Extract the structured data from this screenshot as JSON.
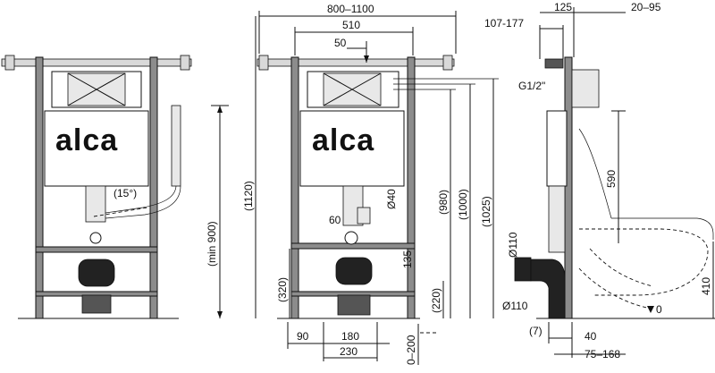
{
  "front_view": {
    "brand": "alca",
    "angle_label": "(15°)",
    "height_label": "(min 900)"
  },
  "middle_view": {
    "brand": "alca",
    "width_range": "800–1100",
    "frame_width": "510",
    "offset_50": "50",
    "diameter_40": "Ø40",
    "offset_60": "60",
    "h_1120": "(1120)",
    "h_980": "(980)",
    "h_1000": "(1000)",
    "h_1025": "(1025)",
    "h_320": "(320)",
    "h_220": "(220)",
    "h_135": "135",
    "w_90": "90",
    "w_180": "180",
    "w_230": "230",
    "range_0_200": "0–200"
  },
  "side_view": {
    "top_125": "125",
    "top_20_95": "20–95",
    "top_107_177": "107-177",
    "thread": "G1/2\"",
    "h_590": "590",
    "d_110_top": "Ø110",
    "d_110_bottom": "Ø110",
    "h_410": "410",
    "zero": "0",
    "gap_7": "(7)",
    "w_40": "40",
    "w_75_168": "75–168"
  }
}
